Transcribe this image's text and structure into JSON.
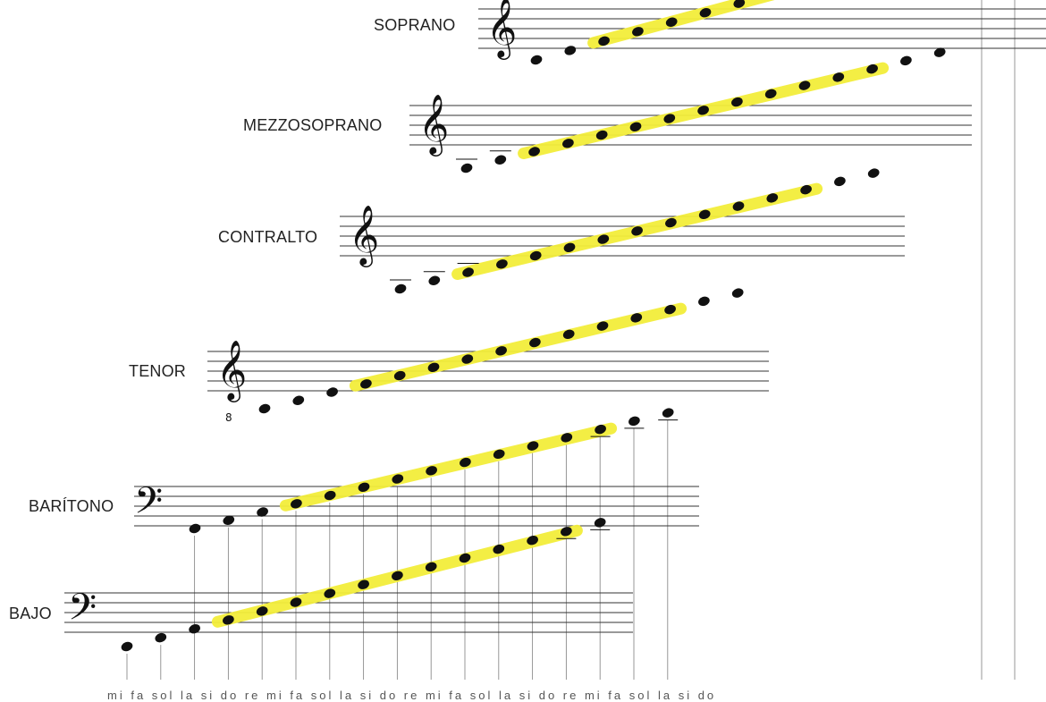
{
  "voices": [
    {
      "id": "soprano",
      "label": "SOPRANO",
      "clef": "treble",
      "clef_sub": ""
    },
    {
      "id": "mezzosoprano",
      "label": "MEZZOSOPRANO",
      "clef": "treble",
      "clef_sub": ""
    },
    {
      "id": "contralto",
      "label": "CONTRALTO",
      "clef": "treble",
      "clef_sub": ""
    },
    {
      "id": "tenor",
      "label": "TENOR",
      "clef": "treble",
      "clef_sub": "8"
    },
    {
      "id": "baritono",
      "label": "BARÍTONO",
      "clef": "bass",
      "clef_sub": ""
    },
    {
      "id": "bajo",
      "label": "BAJO",
      "clef": "bass",
      "clef_sub": ""
    }
  ],
  "bottom_scale": "mi fa sol la si do re mi fa sol la si do re mi fa sol la si do re mi fa sol la si do",
  "colors": {
    "highlight": "#f3ee3a",
    "ink": "#111111",
    "grid": "#8c8c8c",
    "staff": "#333333"
  }
}
